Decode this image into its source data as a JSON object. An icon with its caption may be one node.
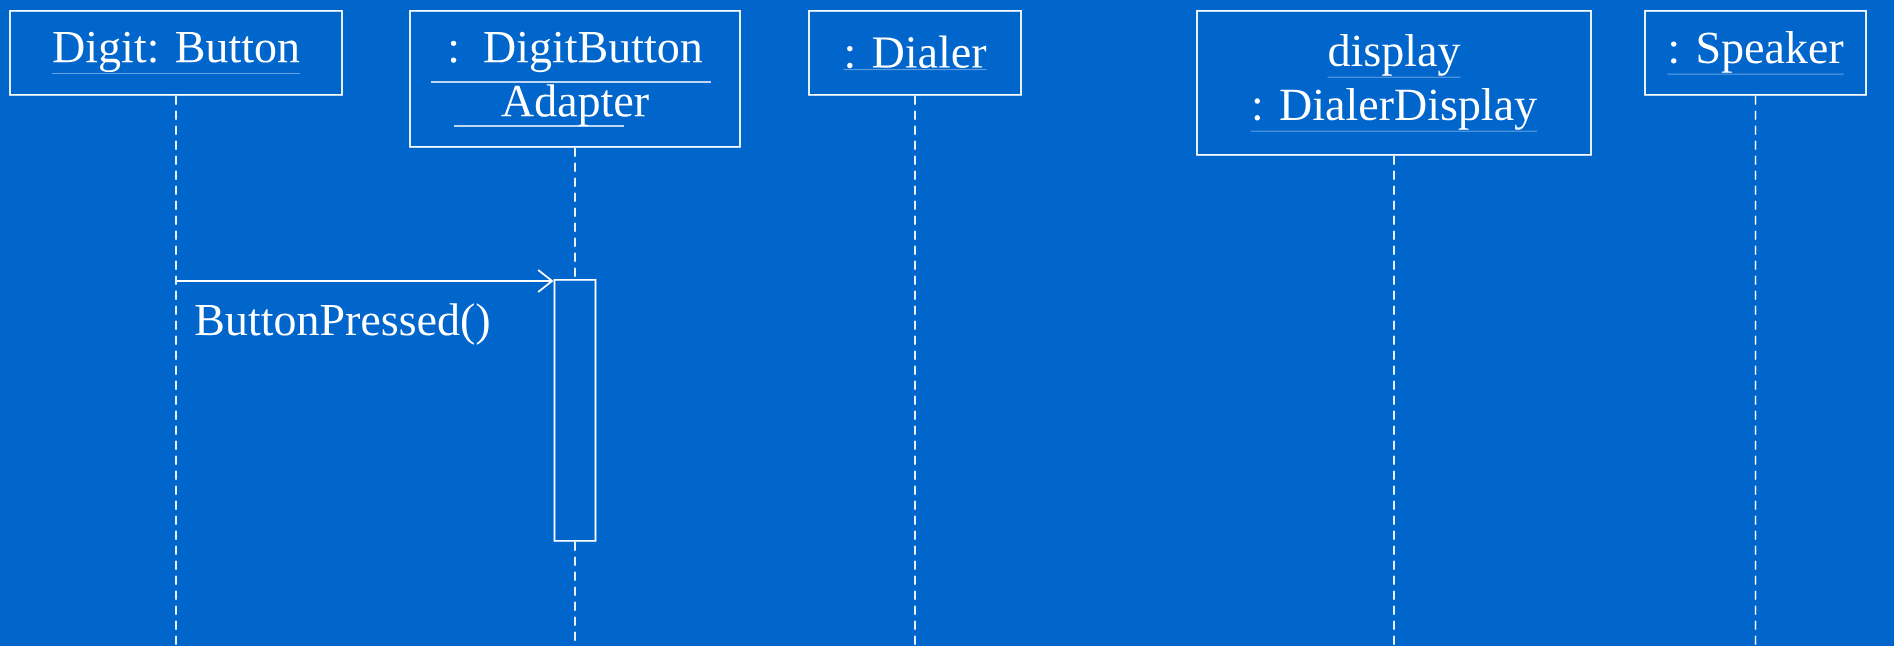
{
  "diagram": {
    "nodes": [
      {
        "text": [
          "Digit: Button"
        ]
      },
      {
        "text": [
          ": DigitButton Adapter"
        ]
      },
      {
        "text": [
          ": Dialer"
        ]
      },
      {
        "text": [
          "display",
          ": DialerDisplay"
        ]
      },
      {
        "text": [
          ": Speaker"
        ]
      },
      {
        "text": [],
        "shape": "bar"
      }
    ],
    "edges": [
      {
        "from": 0,
        "to": null,
        "arrow": "none",
        "style": "dashed"
      },
      {
        "from": 1,
        "to": 5,
        "arrow": "none",
        "style": "dashed"
      },
      {
        "from": 5,
        "to": null,
        "arrow": "none",
        "style": "dashed"
      },
      {
        "from": 2,
        "to": null,
        "arrow": "none",
        "style": "dashed"
      },
      {
        "from": 3,
        "to": null,
        "arrow": "none",
        "style": "dashed"
      },
      {
        "from": 4,
        "to": null,
        "arrow": "none",
        "style": "dashed"
      },
      {
        "from": null,
        "to": 5,
        "arrow": "to",
        "label": "ButtonPressed()"
      }
    ]
  }
}
